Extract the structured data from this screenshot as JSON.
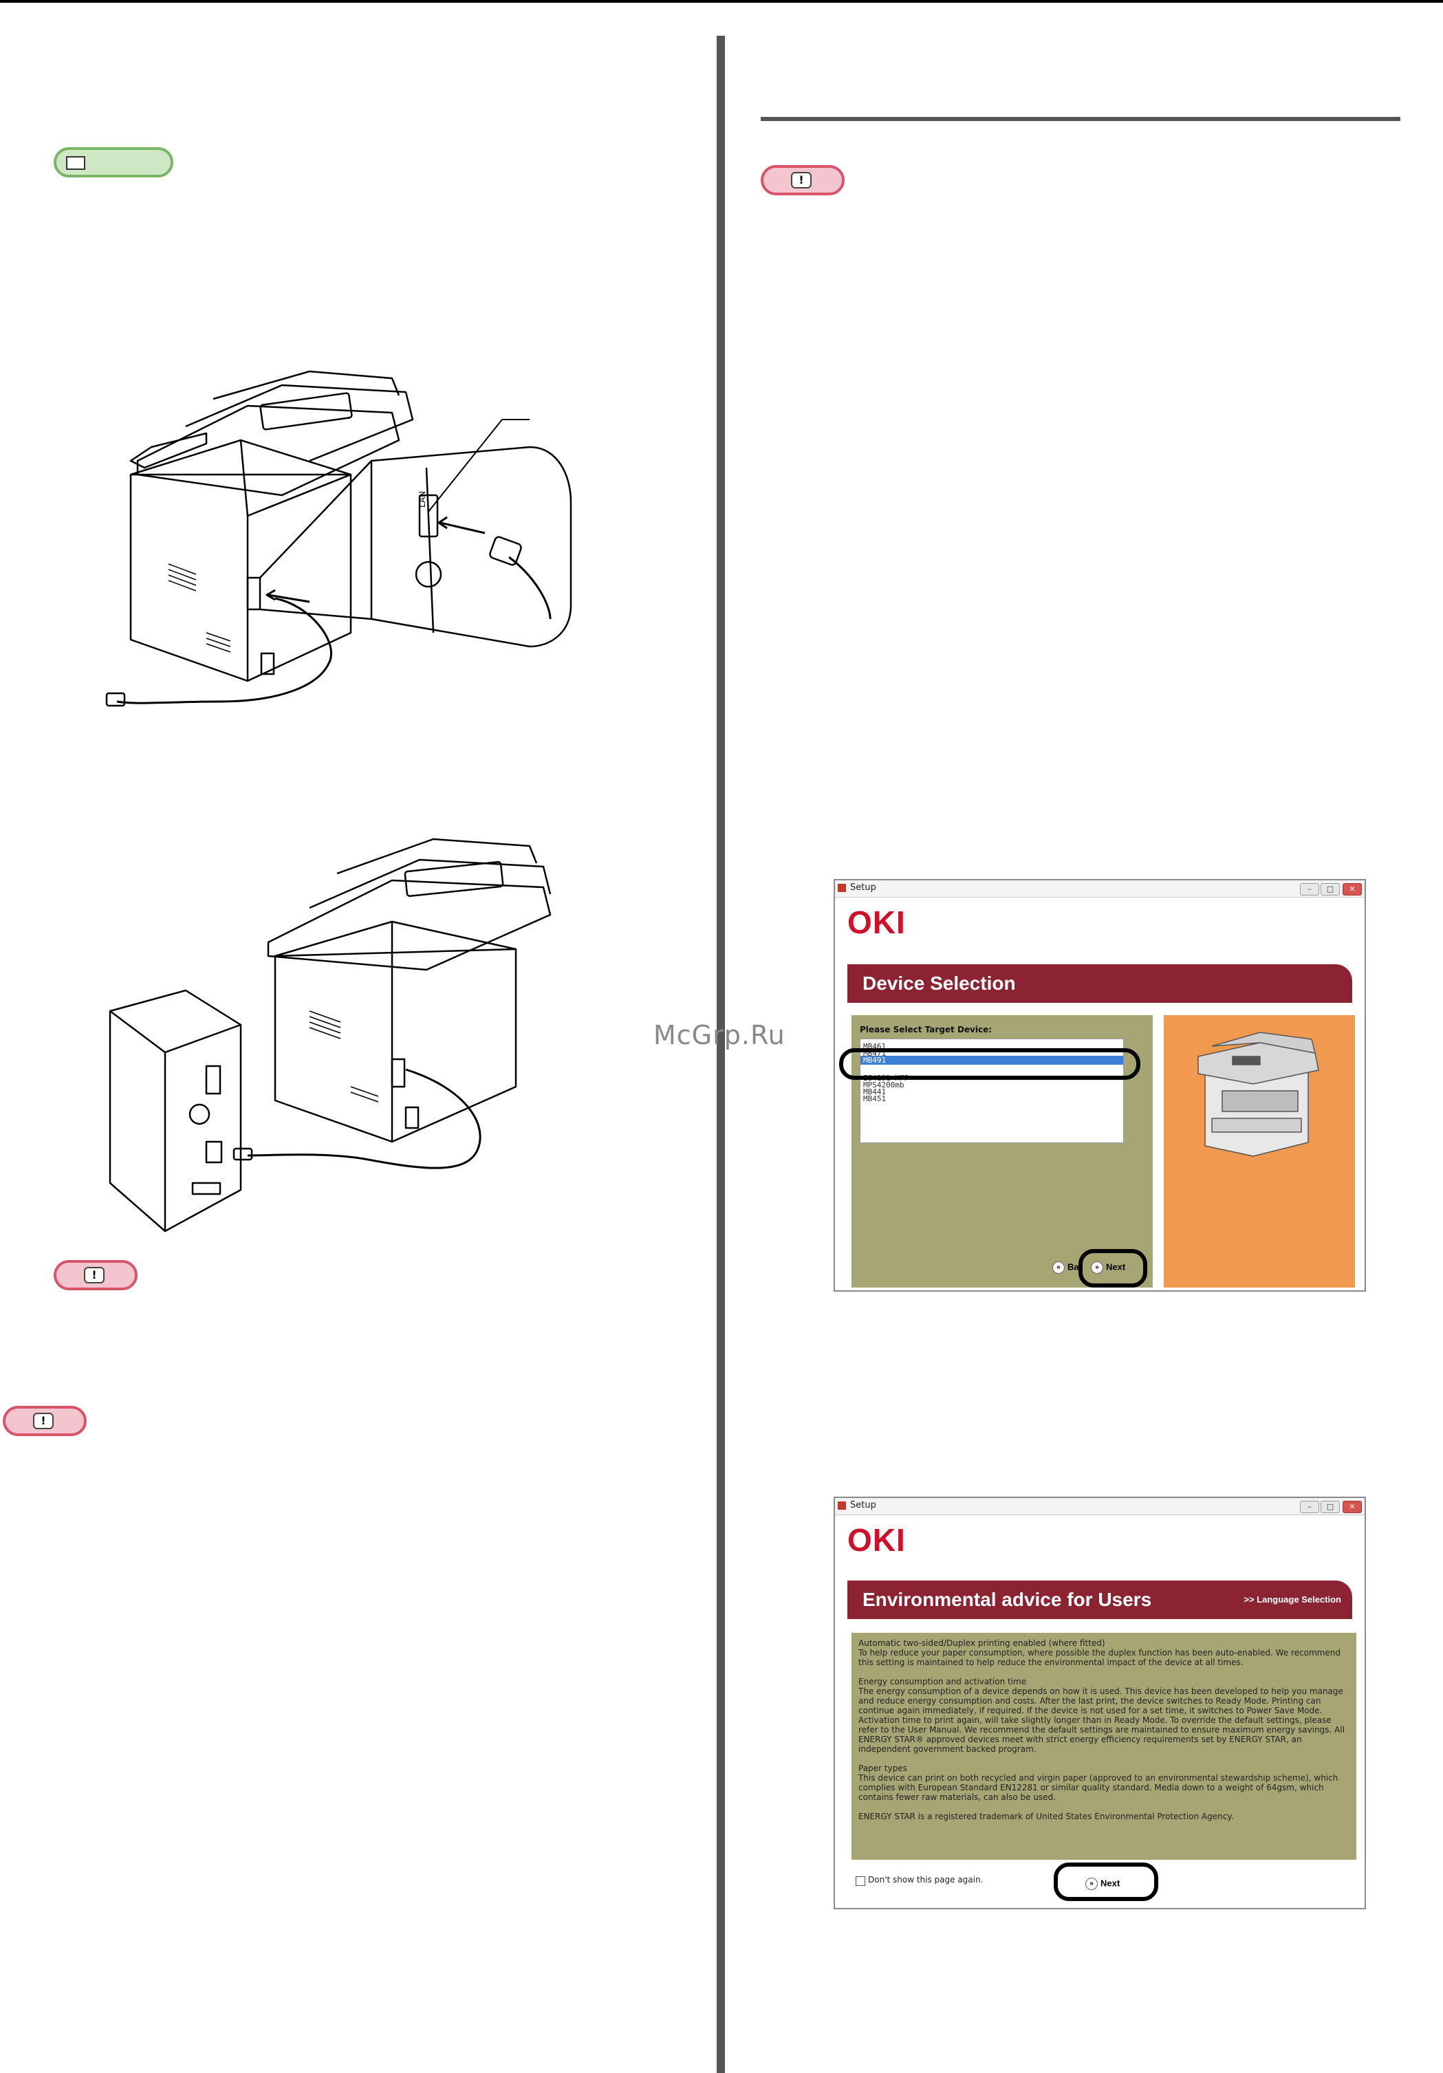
{
  "badges": {
    "note_mark": "!"
  },
  "illustrations": {
    "port_label": "LAN"
  },
  "watermark": "McGrp.Ru",
  "window1": {
    "title": "Setup",
    "logo": "OKI",
    "banner_title": "Device Selection",
    "prompt": "Please Select Target Device:",
    "devices": [
      "MB461",
      "MB471",
      "MB491",
      "ES4191 MFP",
      "MPS4200mb",
      "MB441",
      "MB451"
    ],
    "selected_index": 2,
    "back_label": "Ba",
    "next_label": "Next"
  },
  "window2": {
    "title": "Setup",
    "logo": "OKI",
    "banner_title": "Environmental advice for Users",
    "banner_link": ">> Language Selection",
    "paragraphs": [
      "Automatic two-sided/Duplex printing enabled (where fitted)\nTo help reduce your paper consumption, where possible the duplex function has been auto-enabled. We recommend this setting is maintained to help reduce the environmental impact of the device at all times.",
      "Energy consumption and activation time\nThe energy consumption of a device depends on how it is used. This device has been developed to help you manage and reduce energy consumption and costs. After the last print, the device switches to Ready Mode. Printing can continue again immediately, if required. If the device is not used for a set time, it switches to Power Save Mode. Activation time to print again, will take slightly longer than in Ready Mode. To override the default settings, please refer to the User Manual. We recommend the default settings are maintained to ensure maximum energy savings. All ENERGY STAR® approved devices meet with strict energy efficiency requirements set by ENERGY STAR, an independent government backed program.",
      "Paper types\nThis device can print on both recycled and virgin paper (approved to an environmental stewardship scheme), which complies with European Standard EN12281 or similar quality standard. Media down to a weight of 64gsm, which contains fewer raw materials, can also be used.",
      "ENERGY STAR is a registered trademark of United States Environmental Protection Agency."
    ],
    "checkbox_label": "Don't show this page again.",
    "next_label": "Next"
  }
}
